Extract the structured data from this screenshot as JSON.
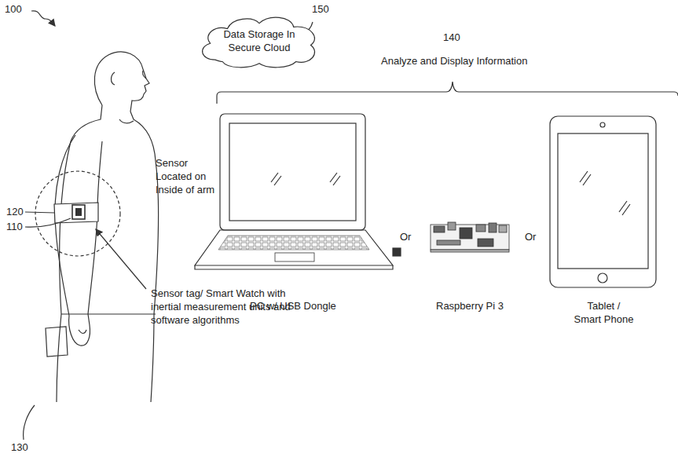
{
  "diagram": {
    "nodes": [
      {
        "text": [
          "Data Storage In Secure Cloud"
        ]
      }
    ],
    "labels": [
      "100",
      "150",
      "140",
      "Analyze and Display Information",
      "Sensor Located on Inside of arm",
      "120",
      "110",
      "Sensor tag/ Smart Watch with inertial measurement units and software algorithms",
      "PC w/ USB Dongle",
      "Or",
      "Raspberry Pi 3",
      "Or",
      "Tablet / Smart Phone",
      "130"
    ]
  }
}
